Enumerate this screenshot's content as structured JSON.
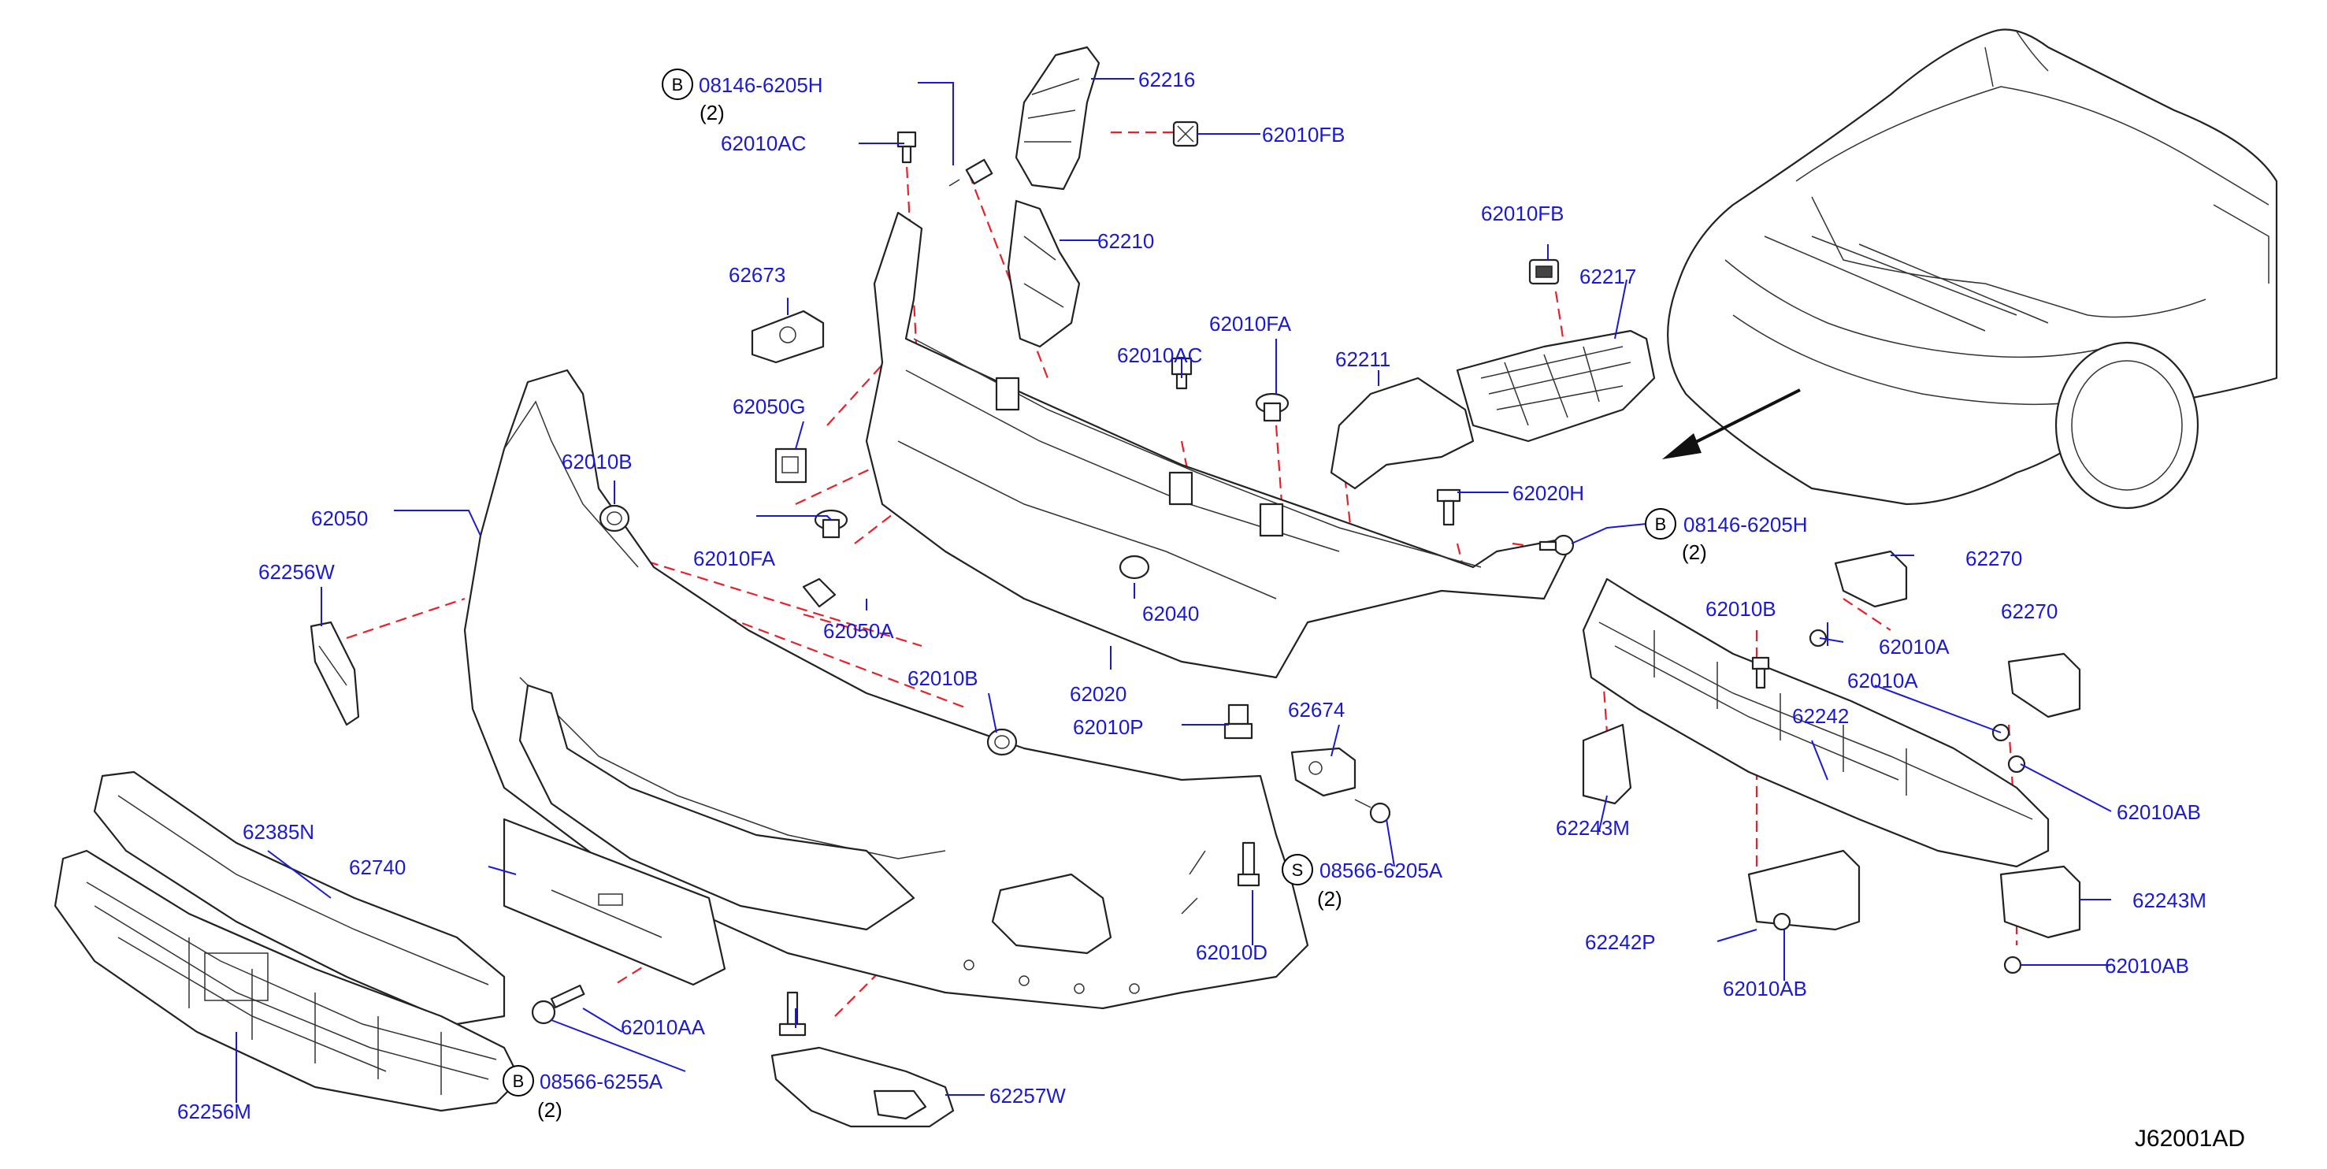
{
  "diagram": {
    "code": "J62001AD",
    "labels": {
      "p08146_top": "08146-6205H",
      "p08146_top_qty": "(2)",
      "p62216": "62216",
      "p62010AC_top": "62010AC",
      "p62010FB_top": "62010FB",
      "p62210": "62210",
      "p62673": "62673",
      "p62010FB_right": "62010FB",
      "p62217": "62217",
      "p62010FA_mid": "62010FA",
      "p62010AC_mid": "62010AC",
      "p62211": "62211",
      "p62050G": "62050G",
      "p62010B_left": "62010B",
      "p62050": "62050",
      "p62020H": "62020H",
      "p08146_right": "08146-6205H",
      "p08146_right_qty": "(2)",
      "p62010FA_left": "62010FA",
      "p62256W": "62256W",
      "p62050A": "62050A",
      "p62040": "62040",
      "p62270": "62270",
      "p62010B_cut": "62010B",
      "p62270_cut": "62270",
      "p62010A_1": "62010A",
      "p62010A_2": "62010A",
      "p62020": "62020",
      "p62010B_mid": "62010B",
      "p62010P": "62010P",
      "p62674": "62674",
      "p62242": "62242",
      "p62010AB_1": "62010AB",
      "p62243M_left": "62243M",
      "p62385N": "62385N",
      "p62740": "62740",
      "p08566_6205A": "08566-6205A",
      "p08566_6205A_qty": "(2)",
      "p62243M_right": "62243M",
      "p62242P": "62242P",
      "p62010D": "62010D",
      "p62010AB_2": "62010AB",
      "p62010AB_3": "62010AB",
      "p62010AA": "62010AA",
      "p08566_6255A": "08566-6255A",
      "p08566_6255A_qty": "(2)",
      "p62257W": "62257W",
      "p62256M": "62256M"
    },
    "markers": {
      "b": "B",
      "s": "S"
    },
    "colors": {
      "label": "#1a1ad6",
      "dashed_guide": "#e8202a",
      "outline": "#222222"
    }
  }
}
